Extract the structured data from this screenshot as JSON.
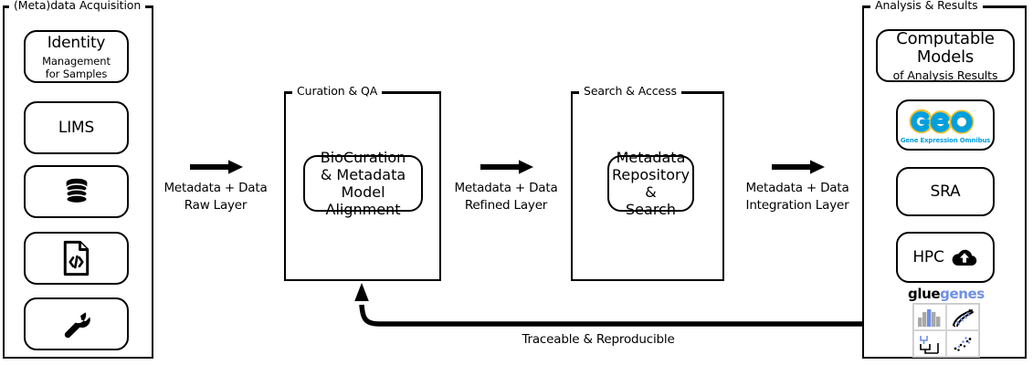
{
  "diagram": {
    "title": "FAIR data lifecycle flow",
    "colors": {
      "stroke": "#000000",
      "background": "#ffffff",
      "geo_cyan": "#00a0df",
      "geo_gold": "#f2c230",
      "glue_blue": "#6f90e8",
      "chart_gray": "#a8a8a8"
    }
  },
  "panels": {
    "acquisition": {
      "legend": "(Meta)data Acquisition",
      "items": [
        {
          "name": "identity",
          "title": "Identity",
          "sub_line1": "Management",
          "sub_line2": "for Samples",
          "icon": ""
        },
        {
          "name": "lims",
          "title": "LIMS",
          "sub_line1": "",
          "sub_line2": "",
          "icon": ""
        },
        {
          "name": "database",
          "title": "",
          "sub_line1": "",
          "sub_line2": "",
          "icon": "database-icon"
        },
        {
          "name": "code-file",
          "title": "",
          "sub_line1": "",
          "sub_line2": "",
          "icon": "code-file-icon"
        },
        {
          "name": "wrench",
          "title": "",
          "sub_line1": "",
          "sub_line2": "",
          "icon": "wrench-icon"
        }
      ]
    },
    "curation": {
      "legend": "Curation & QA",
      "box": {
        "title": "BioCuration",
        "sub_line1": "& Metadata Model",
        "sub_line2": "Alignment"
      }
    },
    "search": {
      "legend": "Search & Access",
      "box": {
        "title": "Metadata",
        "sub_line1": "Repository &",
        "sub_line2": "Search"
      }
    },
    "analysis": {
      "legend": "Analysis & Results",
      "items": [
        {
          "name": "computable-models",
          "title": "Computable Models",
          "sub_line1": "of Analysis Results",
          "icon": ""
        },
        {
          "name": "geo",
          "title": "GEO",
          "sub_line1": "Gene Expression Omnibus",
          "icon": "geo-logo"
        },
        {
          "name": "sra",
          "title": "SRA",
          "sub_line1": "",
          "icon": ""
        },
        {
          "name": "hpc",
          "title": "HPC",
          "sub_line1": "",
          "icon": "cloud-upload-icon"
        }
      ],
      "gluegenes": {
        "word_black": "glue",
        "word_blue": "genes",
        "tiles": [
          "bar-chart-icon",
          "dna-helix-icon",
          "dendrogram-icon",
          "scatter-plot-icon"
        ]
      }
    }
  },
  "flows": [
    {
      "name": "flow-raw",
      "line1": "Metadata + Data",
      "line2": "Raw Layer"
    },
    {
      "name": "flow-refined",
      "line1": "Metadata + Data",
      "line2": "Refined Layer"
    },
    {
      "name": "flow-integration",
      "line1": "Metadata + Data",
      "line2": "Integration Layer"
    }
  ],
  "feedback": {
    "label": "Traceable & Reproducible"
  }
}
